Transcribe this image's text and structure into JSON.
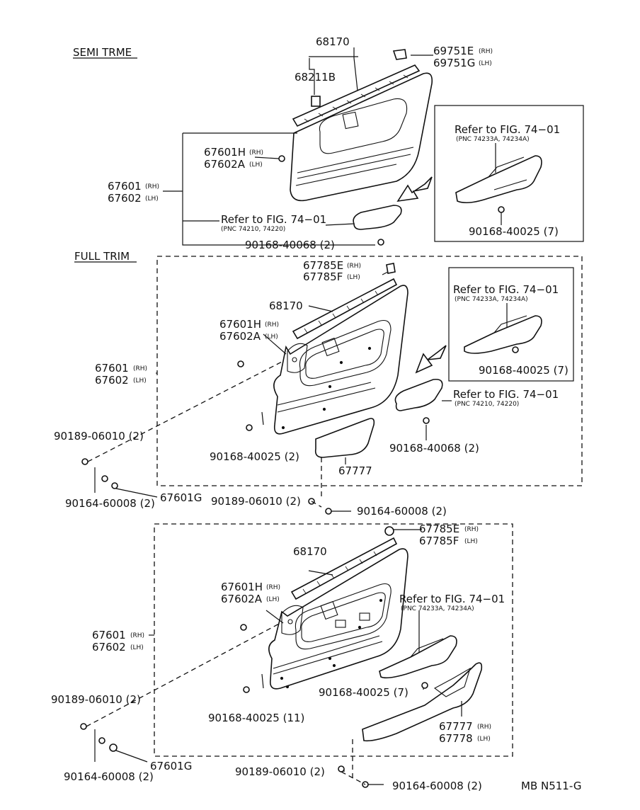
{
  "sections": {
    "semi": "SEMI TRME",
    "full": "FULL TRIM"
  },
  "labels": {
    "s1_68170": "68170",
    "s1_68211B": "68211B",
    "s1_69751E": "69751E",
    "s1_69751E_s": "(RH)",
    "s1_69751G": "69751G",
    "s1_69751G_s": "(LH)",
    "s1_67601H": "67601H",
    "s1_67601H_s": "(RH)",
    "s1_67602A": "67602A",
    "s1_67602A_s": "(LH)",
    "s1_67601": "67601",
    "s1_67601_s": "(RH)",
    "s1_67602": "67602",
    "s1_67602_s": "(LH)",
    "s1_ref1": "Refer to FIG. 74−01",
    "s1_ref1_pnc": "(PNC 74210, 74220)",
    "s1_ref2": "Refer to FIG. 74−01",
    "s1_ref2_pnc": "(PNC 74233A, 74234A)",
    "s1_screw7": "90168-40025 (7)",
    "s1_screw2": "90168-40068 (2)",
    "s2_67785E": "67785E",
    "s2_67785E_s": "(RH)",
    "s2_67785F": "67785F",
    "s2_67785F_s": "(LH)",
    "s2_68170": "68170",
    "s2_67601H": "67601H",
    "s2_67601H_s": "(RH)",
    "s2_67602A": "67602A",
    "s2_67602A_s": "(LH)",
    "s2_67601": "67601",
    "s2_67601_s": "(RH)",
    "s2_67602": "67602",
    "s2_67602_s": "(LH)",
    "s2_ref2": "Refer to FIG. 74−01",
    "s2_ref2_pnc": "(PNC 74233A, 74234A)",
    "s2_screw7": "90168-40025 (7)",
    "s2_ref1": "Refer to FIG. 74−01",
    "s2_ref1_pnc": "(PNC 74210, 74220)",
    "s2_clip1": "90189-06010 (2)",
    "s2_screw2a": "90168-40025 (2)",
    "s2_screw2b": "90168-40068 (2)",
    "s2_67777": "67777",
    "s2_grom": "90164-60008 (2)",
    "s2_67601G": "67601G",
    "s2_clip2": "90189-06010 (2)",
    "s2_grom2": "90164-60008 (2)",
    "s3_67785E": "67785E",
    "s3_67785E_s": "(RH)",
    "s3_67785F": "67785F",
    "s3_67785F_s": "(LH)",
    "s3_68170": "68170",
    "s3_67601H": "67601H",
    "s3_67601H_s": "(RH)",
    "s3_67602A": "67602A",
    "s3_67602A_s": "(LH)",
    "s3_ref2": "Refer to FIG. 74−01",
    "s3_ref2_pnc": "(PNC 74233A, 74234A)",
    "s3_67601": "67601",
    "s3_67601_s": "(RH)",
    "s3_67602": "67602",
    "s3_67602_s": "(LH)",
    "s3_screw7": "90168-40025 (7)",
    "s3_clip1": "90189-06010 (2)",
    "s3_screw11": "90168-40025 (11)",
    "s3_67777": "67777",
    "s3_67777_s": "(RH)",
    "s3_67778": "67778",
    "s3_67778_s": "(LH)",
    "s3_grom": "90164-60008 (2)",
    "s3_67601G": "67601G",
    "s3_clip2": "90189-06010 (2)",
    "s3_grom2": "90164-60008 (2)",
    "fig_code": "MB N511-G"
  }
}
